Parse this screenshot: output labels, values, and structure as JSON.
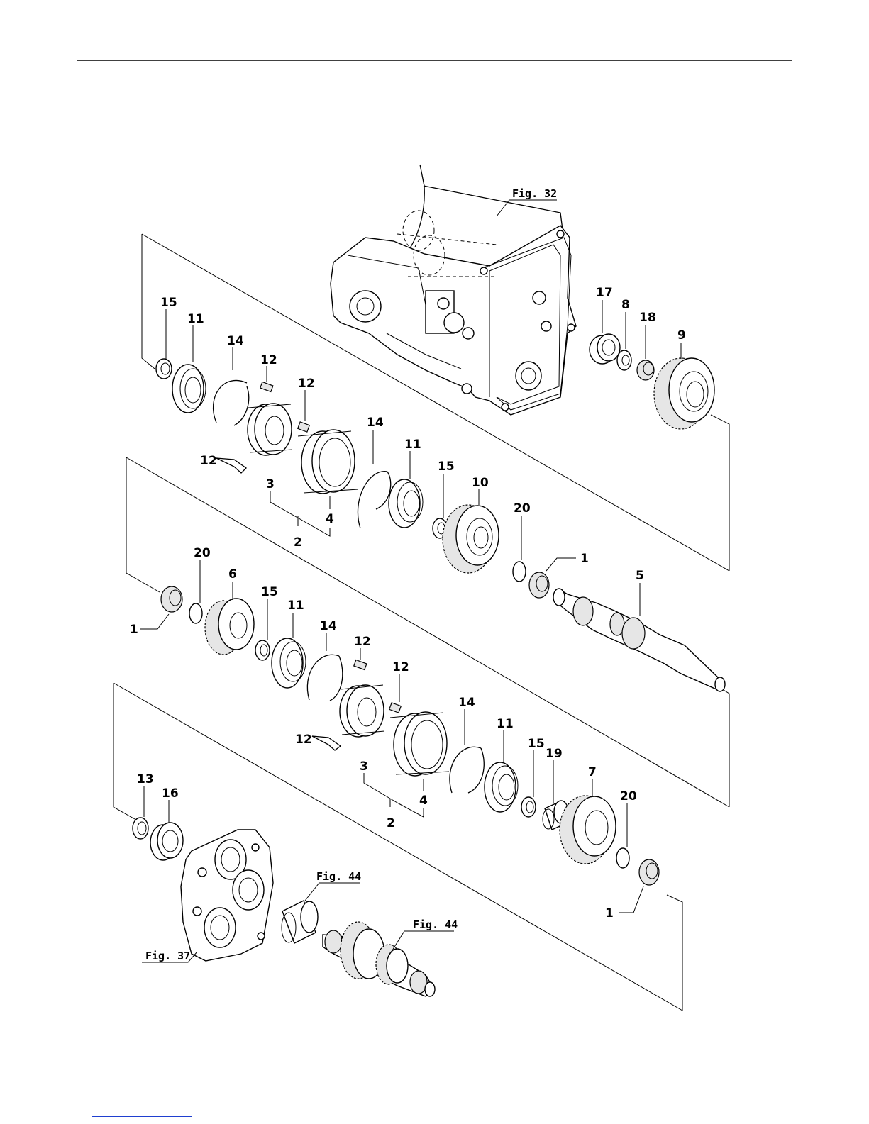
{
  "header": {
    "rule_visible": true
  },
  "diagram": {
    "type": "exploded-parts-diagram",
    "figure_refs": {
      "fig32": "Fig. 32",
      "fig37": "Fig. 37",
      "fig44a": "Fig. 44",
      "fig44b": "Fig. 44"
    },
    "callouts": [
      {
        "id": "c17",
        "text": "17"
      },
      {
        "id": "c8",
        "text": "8"
      },
      {
        "id": "c18",
        "text": "18"
      },
      {
        "id": "c9",
        "text": "9"
      },
      {
        "id": "c15a",
        "text": "15"
      },
      {
        "id": "c11a",
        "text": "11"
      },
      {
        "id": "c14a",
        "text": "14"
      },
      {
        "id": "c12a",
        "text": "12"
      },
      {
        "id": "c12b",
        "text": "12"
      },
      {
        "id": "c12c",
        "text": "12"
      },
      {
        "id": "c3a",
        "text": "3"
      },
      {
        "id": "c4a",
        "text": "4"
      },
      {
        "id": "c2a",
        "text": "2"
      },
      {
        "id": "c14b",
        "text": "14"
      },
      {
        "id": "c11b",
        "text": "11"
      },
      {
        "id": "c15b",
        "text": "15"
      },
      {
        "id": "c10",
        "text": "10"
      },
      {
        "id": "c20a",
        "text": "20"
      },
      {
        "id": "c1a",
        "text": "1"
      },
      {
        "id": "c5",
        "text": "5"
      },
      {
        "id": "c20b",
        "text": "20"
      },
      {
        "id": "c6",
        "text": "6"
      },
      {
        "id": "c15c",
        "text": "15"
      },
      {
        "id": "c11c",
        "text": "11"
      },
      {
        "id": "c14c",
        "text": "14"
      },
      {
        "id": "c1b",
        "text": "1"
      },
      {
        "id": "c12d",
        "text": "12"
      },
      {
        "id": "c12e",
        "text": "12"
      },
      {
        "id": "c12f",
        "text": "12"
      },
      {
        "id": "c3b",
        "text": "3"
      },
      {
        "id": "c4b",
        "text": "4"
      },
      {
        "id": "c2b",
        "text": "2"
      },
      {
        "id": "c14d",
        "text": "14"
      },
      {
        "id": "c11d",
        "text": "11"
      },
      {
        "id": "c15d",
        "text": "15"
      },
      {
        "id": "c19",
        "text": "19"
      },
      {
        "id": "c7",
        "text": "7"
      },
      {
        "id": "c20c",
        "text": "20"
      },
      {
        "id": "c1c",
        "text": "1"
      },
      {
        "id": "c13",
        "text": "13"
      },
      {
        "id": "c16",
        "text": "16"
      }
    ]
  },
  "footer": {
    "link_color": "#1f3fd0"
  }
}
